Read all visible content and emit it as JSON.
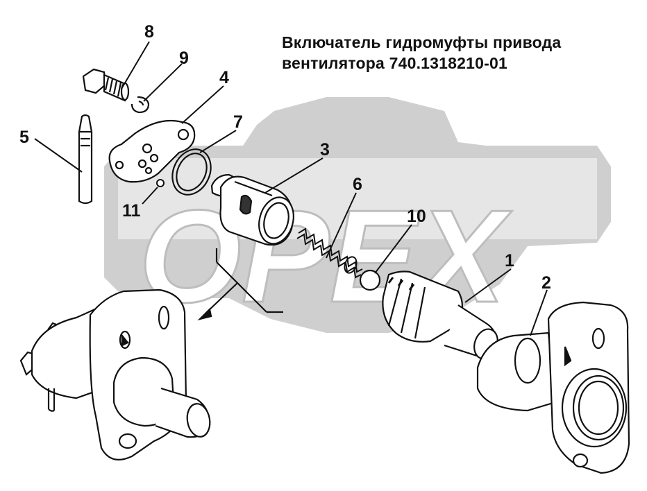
{
  "title": {
    "line1": "Включатель гидромуфты привода",
    "line2": "вентилятора 740.1318210-01"
  },
  "watermark": {
    "text": "OPEX",
    "color": "#c8c8c8"
  },
  "callouts": [
    "1",
    "2",
    "3",
    "4",
    "5",
    "6",
    "7",
    "8",
    "9",
    "10",
    "11"
  ],
  "colors": {
    "line": "#111111",
    "background": "#ffffff",
    "watermark_fill": "#cccccc"
  }
}
